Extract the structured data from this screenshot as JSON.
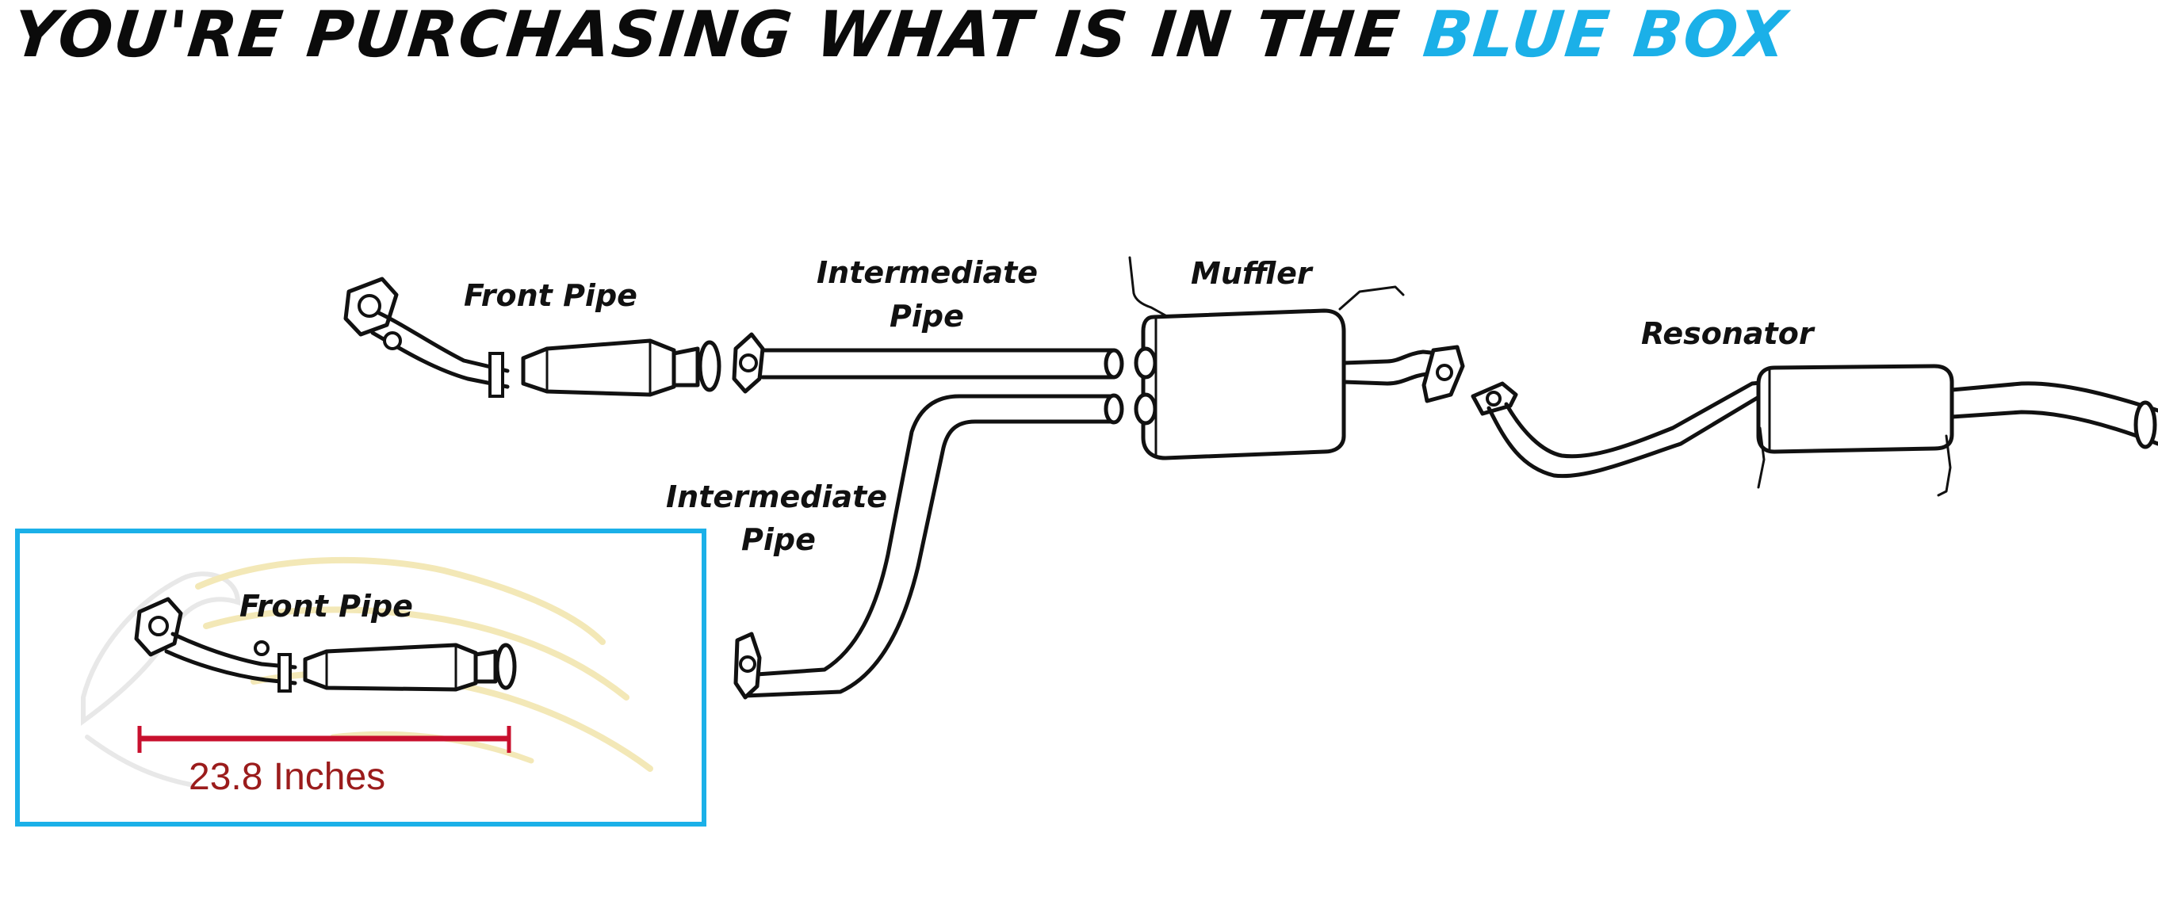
{
  "headline": {
    "text_dark": "YOU'RE PURCHASING WHAT IS IN THE ",
    "text_accent": "BLUE BOX"
  },
  "colors": {
    "accent": "#1bb0e8",
    "text": "#0b0b0b",
    "measure": "#c8102e",
    "measure_text": "#9b1c1c",
    "watermark": "#f2e6b0"
  },
  "labels": {
    "front_pipe": "Front Pipe",
    "intermediate_pipe_upper_line1": "Intermediate",
    "intermediate_pipe_upper_line2": "Pipe",
    "muffler": "Muffler",
    "resonator": "Resonator",
    "intermediate_pipe_lower_line1": "Intermediate",
    "intermediate_pipe_lower_line2": "Pipe"
  },
  "blue_box": {
    "label": "Front Pipe",
    "measurement": "23.8 Inches"
  }
}
